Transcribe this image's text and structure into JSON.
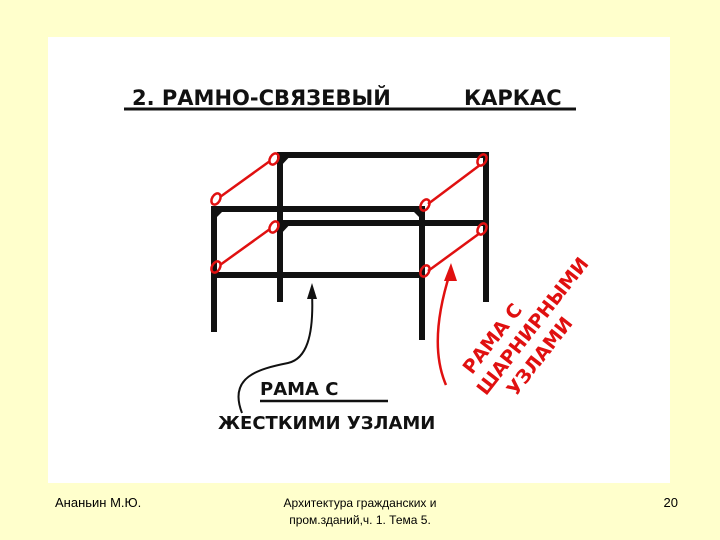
{
  "slide": {
    "title_part1": "2. РАМНО-СВЯЗЕВЫЙ",
    "title_part2": "КАРКАС",
    "label_rigid_line1": "РАМА      С",
    "label_rigid_line2": "ЖЕСТКИМИ  УЗЛАМИ",
    "label_hinged_line1": "РАМА   С",
    "label_hinged_line2": "ШАРНИРНЫМИ",
    "label_hinged_line3": "УЗЛАМИ"
  },
  "colors": {
    "background": "#ffffcc",
    "ink": "#111111",
    "accent_red": "#e01010"
  },
  "footer": {
    "author": "Ананьин М.Ю.",
    "course_line1": "Архитектура гражданских и",
    "course_line2": "пром.зданий,ч. 1. Тема 5.",
    "page_number": "20"
  }
}
